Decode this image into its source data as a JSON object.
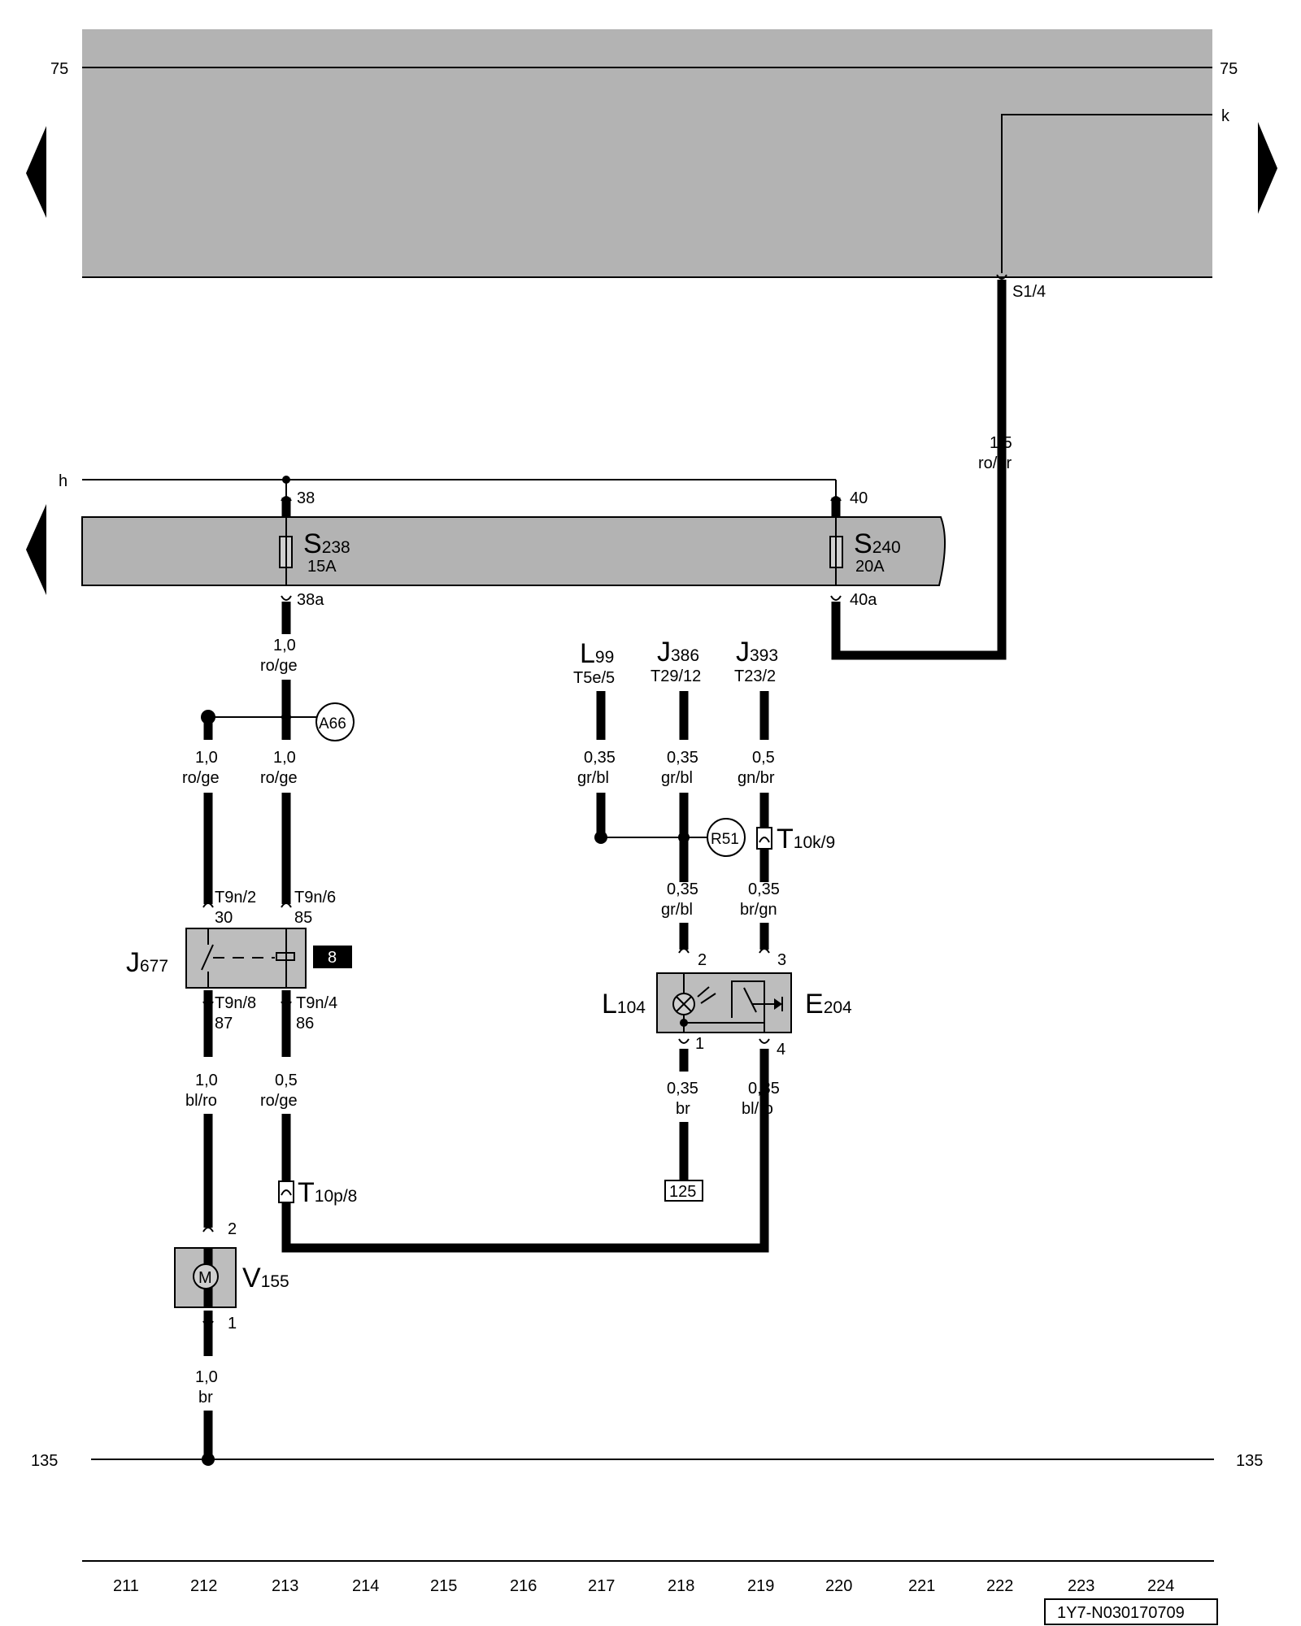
{
  "rails": {
    "top_left": "75",
    "top_right": "75",
    "k": "k",
    "h": "h",
    "ground_left": "135",
    "ground_right": "135"
  },
  "connectors": {
    "s1_4": "S1/4",
    "c38": "38",
    "c40": "40",
    "c38a": "38a",
    "c40a": "40a",
    "t9n2": "T9n/2",
    "t9n2_pin": "30",
    "t9n6": "T9n/6",
    "t9n6_pin": "85",
    "t9n8": "T9n/8",
    "t9n8_pin": "87",
    "t9n4": "T9n/4",
    "t9n4_pin": "86",
    "t10p": "T",
    "t10p_sub": "10p/8",
    "t10k": "T",
    "t10k_sub": "10k/9",
    "l104_pin2": "2",
    "l104_pin1": "1",
    "e204_pin3": "3",
    "e204_pin4": "4",
    "v155_pin2": "2",
    "v155_pin1": "1"
  },
  "components": {
    "s238": "S",
    "s238_sub": "238",
    "s238_rating": "15A",
    "s240": "S",
    "s240_sub": "240",
    "s240_rating": "20A",
    "j677": "J",
    "j677_sub": "677",
    "j677_ref": "8",
    "v155": "V",
    "v155_sub": "155",
    "motor_symbol": "M",
    "l104": "L",
    "l104_sub": "104",
    "e204": "E",
    "e204_sub": "204",
    "l99": "L",
    "l99_sub": "99",
    "l99_pin": "T5e/5",
    "j386": "J",
    "j386_sub": "386",
    "j386_pin": "T29/12",
    "j393": "J",
    "j393_sub": "393",
    "j393_pin": "T23/2",
    "ref_125": "125"
  },
  "joints": {
    "a66": "A66",
    "r51": "R51"
  },
  "wires": {
    "w222_size": "1,5",
    "w222_color": "ro/br",
    "w213a_size": "1,0",
    "w213a_color": "ro/ge",
    "w212_size": "1,0",
    "w212_color": "ro/ge",
    "w213b_size": "1,0",
    "w213b_color": "ro/ge",
    "w212b_size": "1,0",
    "w212b_color": "bl/ro",
    "w213c_size": "0,5",
    "w213c_color": "ro/ge",
    "w212c_size": "1,0",
    "w212c_color": "br",
    "w217_size": "0,35",
    "w217_color": "gr/bl",
    "w218a_size": "0,35",
    "w218a_color": "gr/bl",
    "w219a_size": "0,5",
    "w219a_color": "gn/br",
    "w218b_size": "0,35",
    "w218b_color": "gr/bl",
    "w219b_size": "0,35",
    "w219b_color": "br/gn",
    "w218c_size": "0,35",
    "w218c_color": "br",
    "w219c_size": "0,35",
    "w219c_color": "bl/ro"
  },
  "columns": [
    "211",
    "212",
    "213",
    "214",
    "215",
    "216",
    "217",
    "218",
    "219",
    "220",
    "221",
    "222",
    "223",
    "224"
  ],
  "drawing_id": "1Y7-N030170709",
  "colors": {
    "panel": "#b3b3b3",
    "component": "#bdbdbd",
    "wire": "#000000"
  }
}
